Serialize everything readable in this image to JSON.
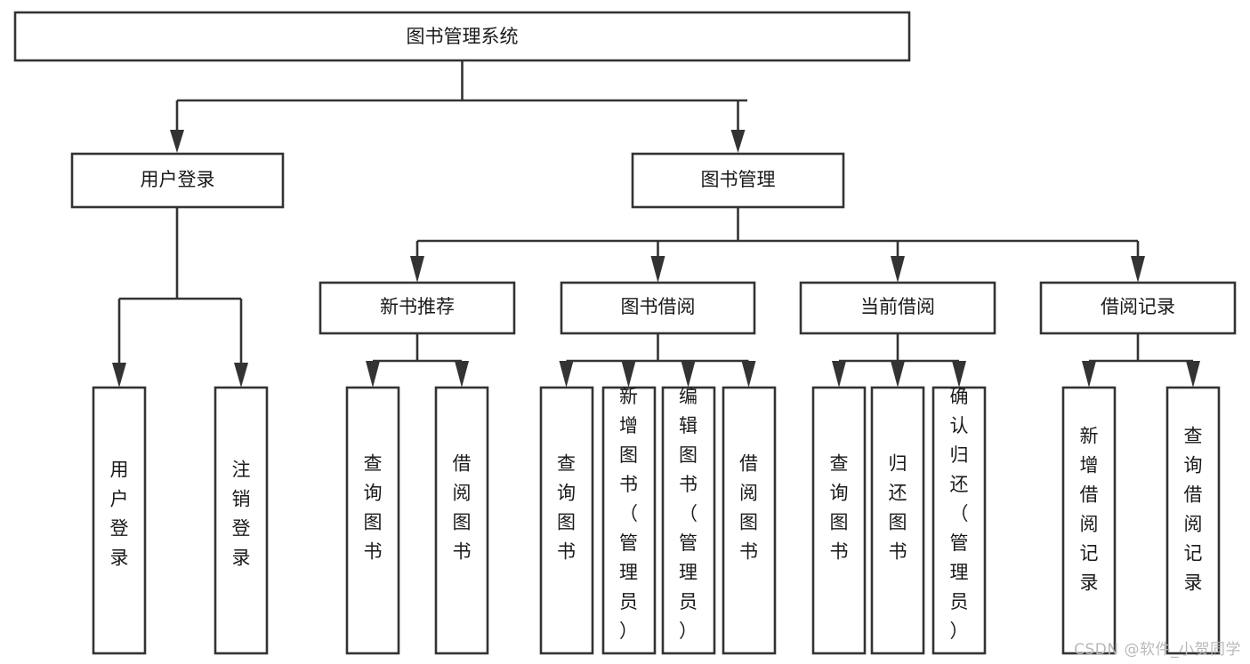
{
  "diagram": {
    "type": "tree-hierarchy-chart",
    "title": "图书管理系统",
    "watermark": "CSDN @软件_小贺同学",
    "colors": {
      "box_stroke": "#333333",
      "box_fill": "#ffffff",
      "connector": "#333333",
      "text": "#1a1a1a",
      "watermark": "#b9b9b9",
      "background": "#ffffff"
    },
    "root": {
      "id": "root",
      "label": "图书管理系统",
      "orientation": "horizontal"
    },
    "level2": [
      {
        "id": "user-login",
        "label": "用户登录",
        "orientation": "horizontal",
        "children": [
          {
            "id": "user-login-login",
            "label": "用户登录",
            "orientation": "vertical"
          },
          {
            "id": "user-login-logout",
            "label": "注销登录",
            "orientation": "vertical"
          }
        ]
      },
      {
        "id": "book-management",
        "label": "图书管理",
        "orientation": "horizontal",
        "children": [
          {
            "id": "new-book-recommend",
            "label": "新书推荐",
            "orientation": "horizontal",
            "children": [
              {
                "id": "recommend-query-book",
                "label": "查询图书",
                "orientation": "vertical"
              },
              {
                "id": "recommend-borrow-book",
                "label": "借阅图书",
                "orientation": "vertical"
              }
            ]
          },
          {
            "id": "book-borrow",
            "label": "图书借阅",
            "orientation": "horizontal",
            "children": [
              {
                "id": "borrow-query-book",
                "label": "查询图书",
                "orientation": "vertical"
              },
              {
                "id": "borrow-add-book",
                "label": "新增图书（管理员）",
                "orientation": "vertical"
              },
              {
                "id": "borrow-edit-book",
                "label": "编辑图书（管理员）",
                "orientation": "vertical"
              },
              {
                "id": "borrow-borrow-book",
                "label": "借阅图书",
                "orientation": "vertical"
              }
            ]
          },
          {
            "id": "current-borrow",
            "label": "当前借阅",
            "orientation": "horizontal",
            "children": [
              {
                "id": "current-query-book",
                "label": "查询图书",
                "orientation": "vertical"
              },
              {
                "id": "current-return-book",
                "label": "归还图书",
                "orientation": "vertical"
              },
              {
                "id": "current-confirm-return",
                "label": "确认归还（管理员）",
                "orientation": "vertical"
              }
            ]
          },
          {
            "id": "borrow-record",
            "label": "借阅记录",
            "orientation": "horizontal",
            "children": [
              {
                "id": "record-add",
                "label": "新增借阅记录",
                "orientation": "vertical"
              },
              {
                "id": "record-query",
                "label": "查询借阅记录",
                "orientation": "vertical"
              }
            ]
          }
        ]
      }
    ]
  }
}
